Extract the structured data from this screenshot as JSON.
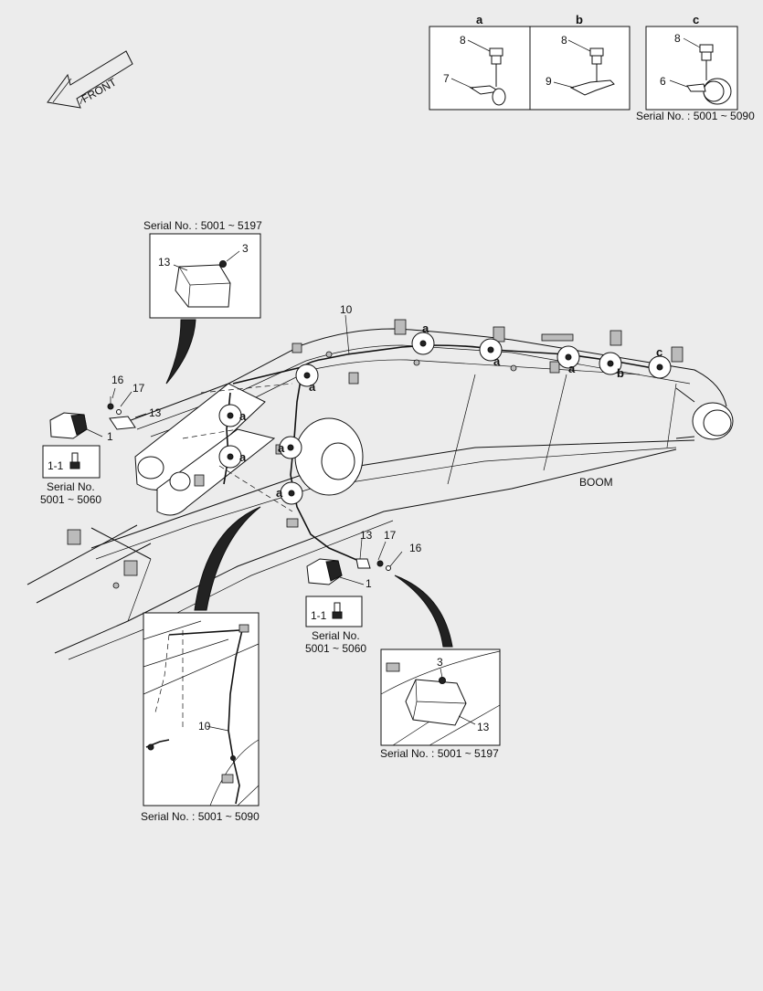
{
  "front_label": "FRONT",
  "boom_label": "BOOM",
  "detail_views": {
    "a": {
      "header": "a",
      "bolt": "8",
      "part": "7"
    },
    "b": {
      "header": "b",
      "bolt": "8",
      "part": "9"
    },
    "c": {
      "header": "c",
      "bolt": "8",
      "part": "6"
    },
    "serial": "Serial No. : 5001 ~ 5090"
  },
  "inset_top_left": {
    "serial": "Serial No. : 5001 ~ 5197",
    "label_box": "13",
    "label_nut": "3"
  },
  "left_lamp": {
    "bolt": "16",
    "washer": "17",
    "bracket": "13",
    "lamp": "1",
    "bulb": "1-1",
    "serial_line1": "Serial No.",
    "serial_line2": "5001 ~ 5060"
  },
  "right_lamp": {
    "bolt": "16",
    "washer": "17",
    "bracket": "13",
    "lamp": "1",
    "bulb": "1-1",
    "serial_line1": "Serial No.",
    "serial_line2": "5001 ~ 5060"
  },
  "inset_bottom_left": {
    "serial": "Serial No. : 5001 ~ 5090",
    "harness": "10"
  },
  "inset_bottom_right": {
    "serial": "Serial No. : 5001 ~ 5197",
    "label_box": "13",
    "label_nut": "3"
  },
  "harness_label": "10",
  "clip_labels": {
    "a": "a",
    "b": "b",
    "c": "c"
  }
}
